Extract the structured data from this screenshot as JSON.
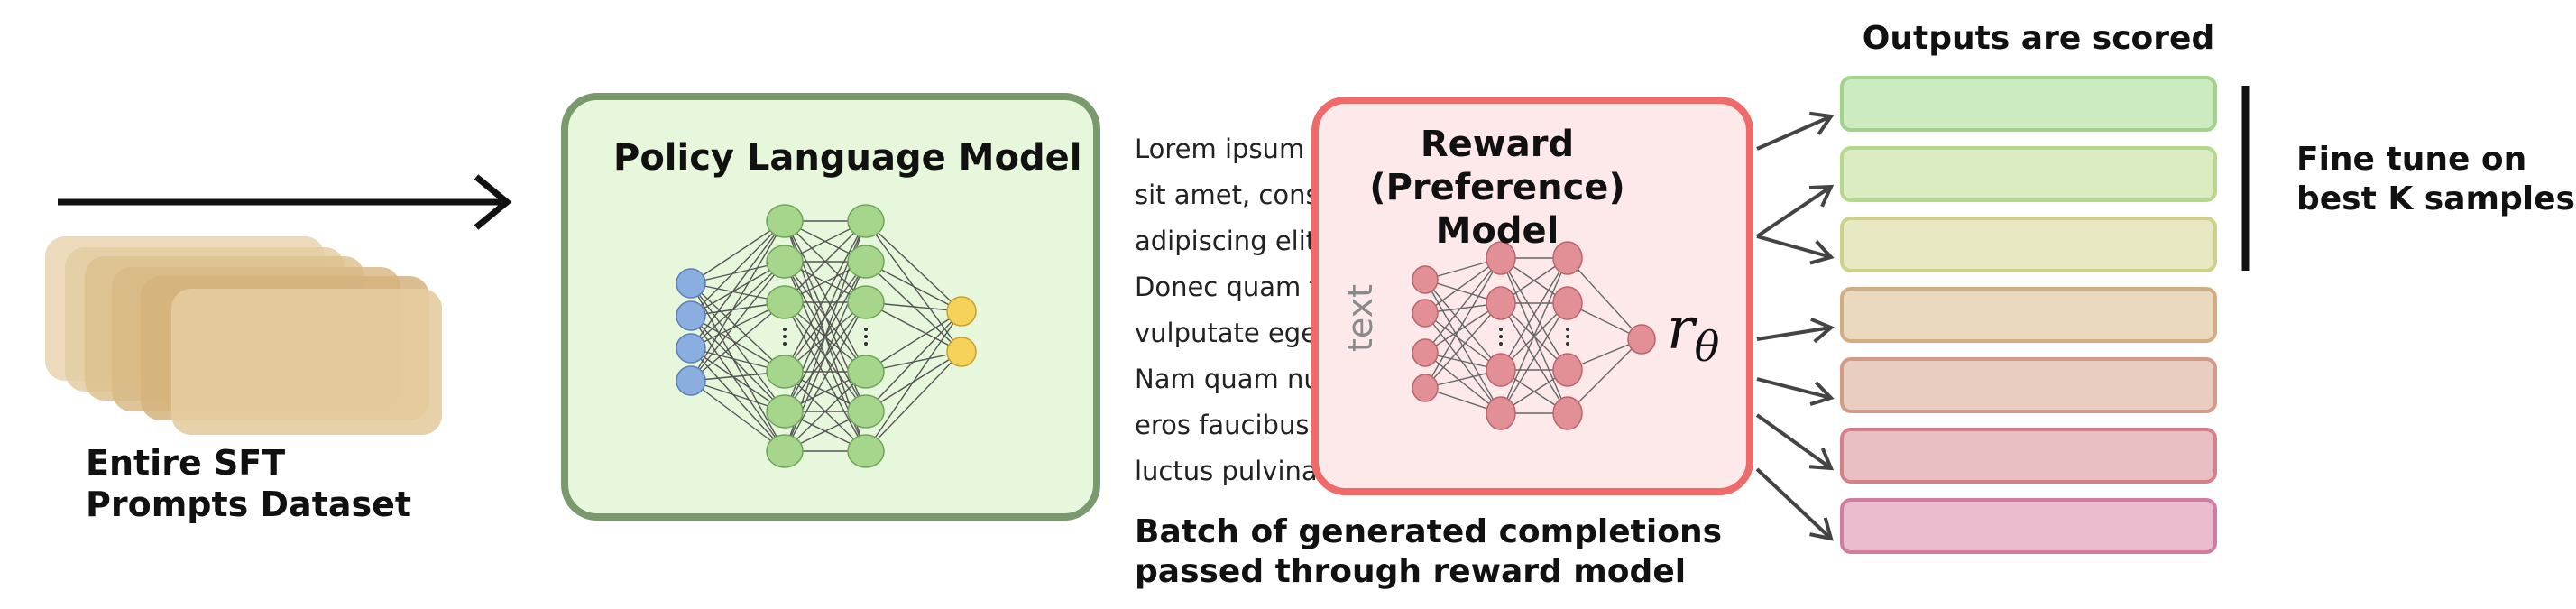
{
  "dataset": {
    "label_line1": "Entire SFT",
    "label_line2": "Prompts Dataset"
  },
  "policy_model": {
    "title": "Policy Language Model",
    "box_fill": "#e6f7dc",
    "box_border": "#7a9a6e"
  },
  "completions": {
    "text_lines": [
      "Lorem ipsum",
      "sit amet, cons",
      "adipiscing elit",
      "Donec quam f",
      "vulputate ege",
      "Nam quam nu",
      "eros faucibus",
      "luctus pulvinal"
    ],
    "caption_line1": "Batch of generated completions",
    "caption_line2": "passed through reward model"
  },
  "reward_model": {
    "title_line1": "Reward (Preference)",
    "title_line2": "Model",
    "input_label": "text",
    "output_symbol_main": "r",
    "output_symbol_sub": "θ",
    "box_fill": "#fde9e9",
    "box_border": "#f06a6a"
  },
  "scored_outputs": {
    "title": "Outputs are scored",
    "boxes": [
      {
        "fill": "#cdebc0",
        "border": "#9fd48a"
      },
      {
        "fill": "#dcecc2",
        "border": "#b5d88d"
      },
      {
        "fill": "#e8e8c2",
        "border": "#cfd08a"
      },
      {
        "fill": "#ead8bf",
        "border": "#d2ad82"
      },
      {
        "fill": "#e8cdc0",
        "border": "#d39a86"
      },
      {
        "fill": "#e8c0c4",
        "border": "#d7808b"
      },
      {
        "fill": "#ebbbd0",
        "border": "#d07ca0"
      }
    ]
  },
  "finetune": {
    "label_line1": "Fine tune on",
    "label_line2": "best K samples"
  },
  "colors": {
    "input_neuron": "#8aaee0",
    "hidden_neuron": "#a5d68c",
    "output_neuron": "#f5d35a",
    "reward_neuron": "#e38f96",
    "dataset_card": "#d7b886"
  }
}
